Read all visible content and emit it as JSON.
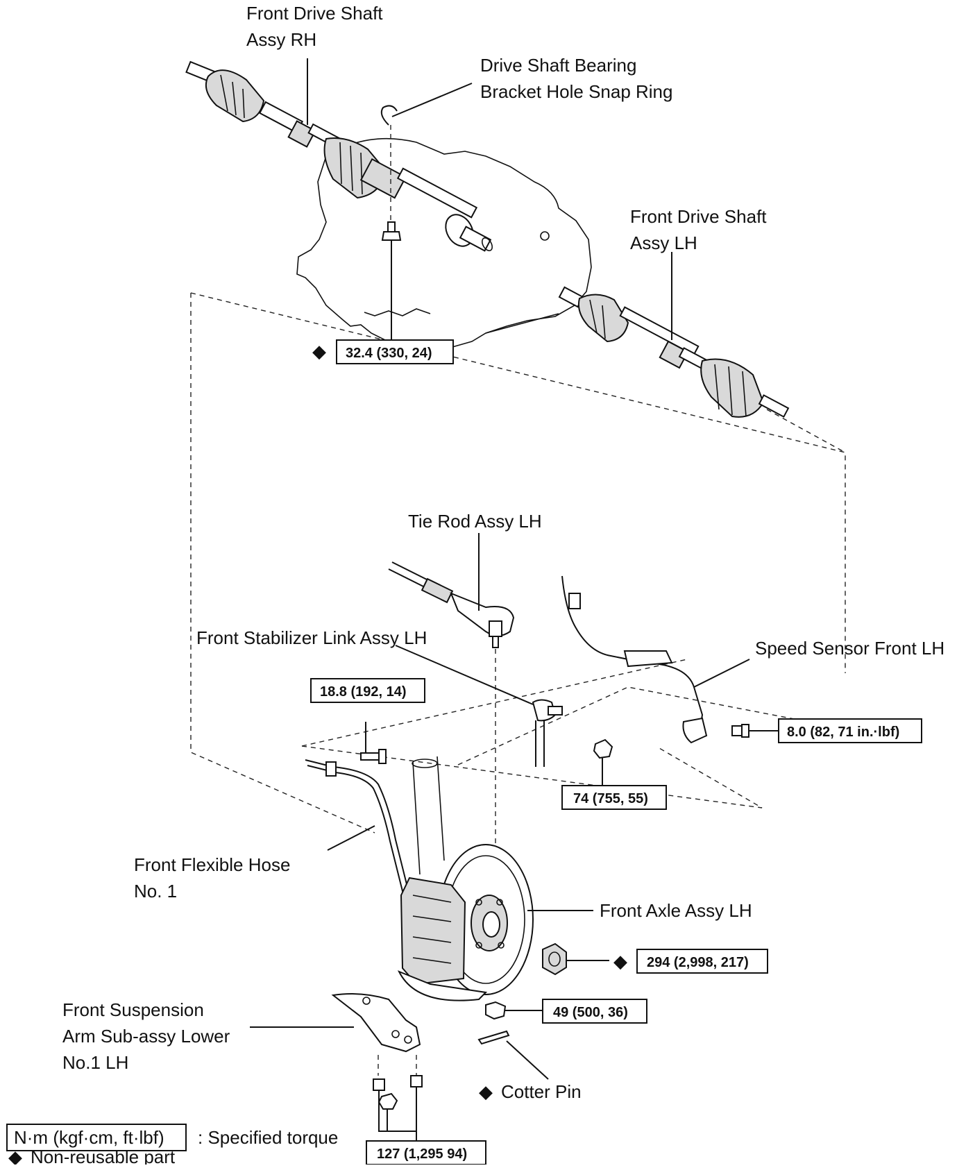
{
  "labels": {
    "drive_shaft_rh": [
      "Front Drive Shaft",
      "Assy RH"
    ],
    "snap_ring": [
      "Drive Shaft Bearing",
      "Bracket Hole Snap Ring"
    ],
    "drive_shaft_lh": [
      "Front Drive Shaft",
      "Assy LH"
    ],
    "tie_rod": "Tie Rod Assy LH",
    "stabilizer_link": "Front Stabilizer Link Assy LH",
    "speed_sensor": "Speed Sensor Front LH",
    "flexible_hose": [
      "Front Flexible Hose",
      "No. 1"
    ],
    "axle": "Front Axle Assy LH",
    "suspension_arm": [
      "Front Suspension",
      "Arm Sub-assy Lower",
      "No.1 LH"
    ],
    "cotter_pin": "Cotter Pin"
  },
  "torques": {
    "bracket_bolt": "32.4 (330, 24)",
    "hose_bolt": "18.8 (192, 14)",
    "sensor_bolt": "8.0 (82, 71 in.·lbf)",
    "link_nut": "74 (755, 55)",
    "axle_nut": "294 (2,998, 217)",
    "tie_rod_nut": "49 (500, 36)",
    "arm_bolts": "127 (1,295 94)"
  },
  "legend": {
    "torque_unit": "N·m (kgf·cm, ft·lbf)",
    "torque_desc": ": Specified torque",
    "non_reusable": "Non-reusable part"
  },
  "symbols": {
    "non_reusable_mark": "◆"
  },
  "colors": {
    "line": "#111111",
    "background": "#ffffff"
  }
}
